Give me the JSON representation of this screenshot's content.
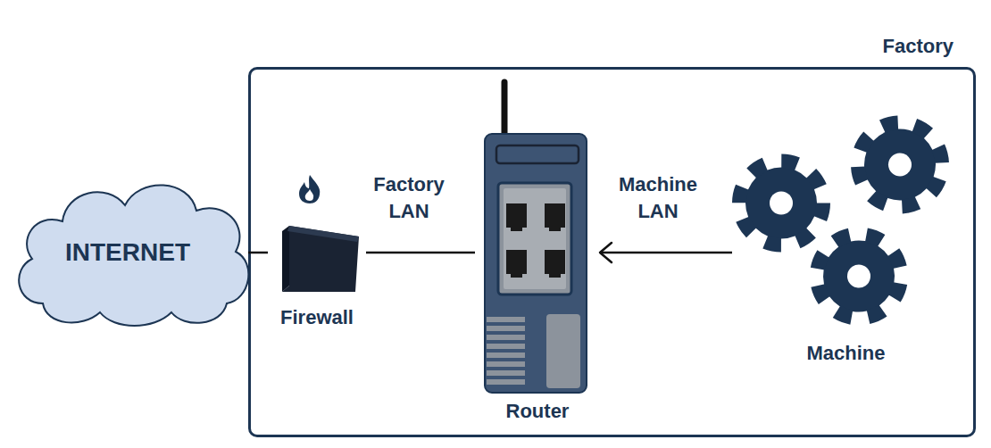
{
  "diagram": {
    "nodes": [
      {
        "text": [
          "INTERNET"
        ]
      },
      {
        "text": [
          "Factory"
        ]
      },
      {
        "text": [
          "Firewall"
        ],
        "in": 1
      },
      {
        "text": [
          "Router"
        ],
        "in": 1
      },
      {
        "text": [
          "Machine"
        ],
        "in": 1
      }
    ],
    "edges": [
      {
        "from": 0,
        "to": 2,
        "arrow": "none"
      },
      {
        "from": 2,
        "to": 3,
        "label": "Factory LAN",
        "arrow": "none"
      },
      {
        "from": 4,
        "to": 3,
        "label": "Machine LAN",
        "arrow": "to"
      }
    ]
  }
}
